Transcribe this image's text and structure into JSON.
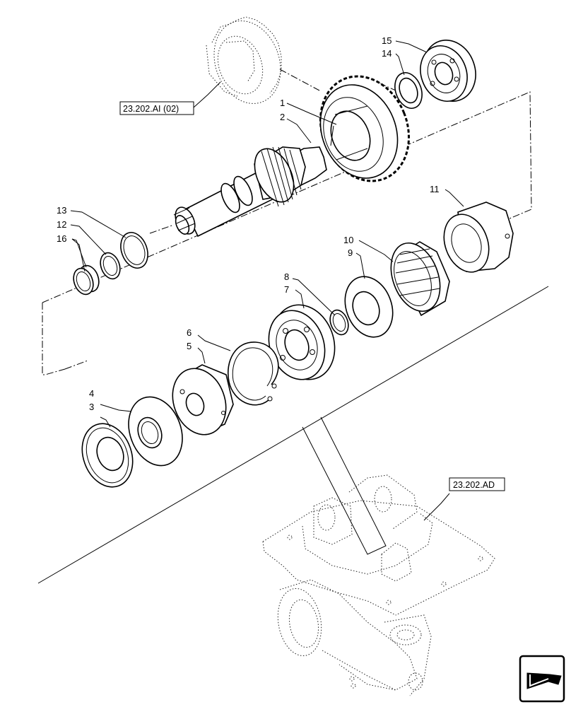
{
  "callouts": {
    "c1": "1",
    "c2": "2",
    "c3": "3",
    "c4": "4",
    "c5": "5",
    "c6": "6",
    "c7": "7",
    "c8": "8",
    "c9": "9",
    "c10": "10",
    "c11": "11",
    "c12": "12",
    "c13": "13",
    "c14": "14",
    "c15": "15",
    "c16": "16"
  },
  "references": {
    "upper_gear_ref": "23.202.AI (02)",
    "housing_ref": "23.202.AD"
  },
  "icons": {
    "nav": "arrow-left-icon"
  }
}
